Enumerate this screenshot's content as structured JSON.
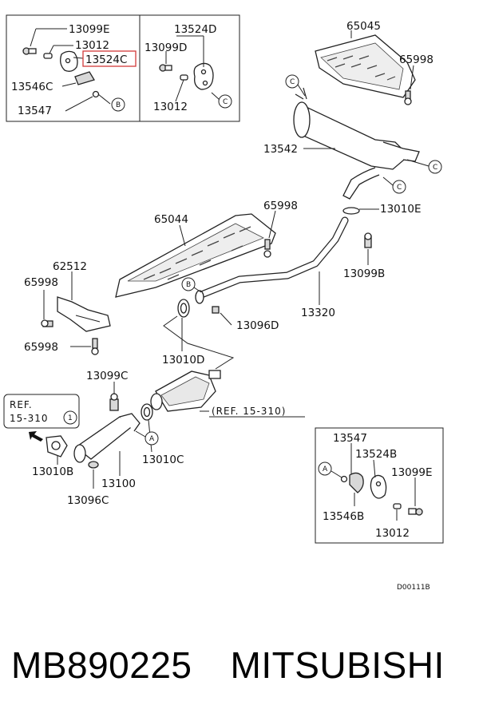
{
  "diagram": {
    "labels": {
      "p13099E_top": "13099E",
      "p13012_top": "13012",
      "p13524C": "13524C",
      "p13546C": "13546C",
      "p13547_top": "13547",
      "p13524D": "13524D",
      "p13099D": "13099D",
      "p13012_mid": "13012",
      "p65045": "65045",
      "p65998_a": "65998",
      "p13542": "13542",
      "p13010E": "13010E",
      "p65998_b": "65998",
      "p65044": "65044",
      "p13099B": "13099B",
      "p62512": "62512",
      "p65998_c": "65998",
      "p65998_d": "65998",
      "p13320": "13320",
      "p13096D": "13096D",
      "p13010D": "13010D",
      "p13099C": "13099C",
      "p13010C": "13010C",
      "p13010B": "13010B",
      "p13100": "13100",
      "p13096C": "13096C",
      "p13547_br": "13547",
      "p13524B": "13524B",
      "p13099E_br": "13099E",
      "p13546B": "13546B",
      "p13012_br": "13012"
    },
    "callouts": {
      "A": "A",
      "B": "B",
      "C": "C",
      "one": "1"
    },
    "ref_left_line1": "REF.",
    "ref_left_line2": "15-310",
    "ref_cat": "(REF. 15-310)",
    "diagram_code": "D00111B",
    "highlight_color": "#d23a3a"
  },
  "footer": {
    "part_number": "MB890225",
    "brand": "MITSUBISHI"
  }
}
